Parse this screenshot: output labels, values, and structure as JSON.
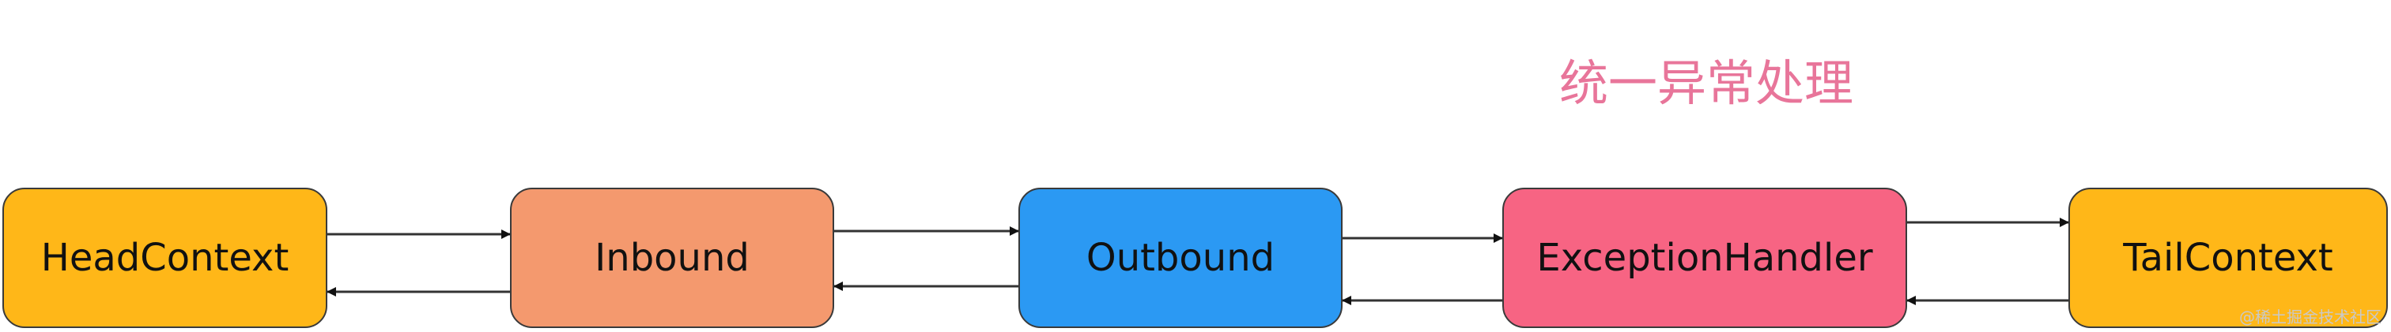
{
  "title": "统一异常处理",
  "nodes": [
    {
      "id": "head",
      "label": "HeadContext",
      "color": "#ffb718"
    },
    {
      "id": "inbound",
      "label": "Inbound",
      "color": "#f4996e"
    },
    {
      "id": "outbound",
      "label": "Outbound",
      "color": "#2b99f3"
    },
    {
      "id": "exception",
      "label": "ExceptionHandler",
      "color": "#f76483"
    },
    {
      "id": "tail",
      "label": "TailContext",
      "color": "#ffb718"
    }
  ],
  "edges": [
    {
      "from": "head",
      "to": "inbound",
      "direction": "forward"
    },
    {
      "from": "inbound",
      "to": "head",
      "direction": "backward"
    },
    {
      "from": "inbound",
      "to": "outbound",
      "direction": "forward"
    },
    {
      "from": "outbound",
      "to": "inbound",
      "direction": "backward"
    },
    {
      "from": "outbound",
      "to": "exception",
      "direction": "forward"
    },
    {
      "from": "exception",
      "to": "outbound",
      "direction": "backward"
    },
    {
      "from": "exception",
      "to": "tail",
      "direction": "forward"
    },
    {
      "from": "tail",
      "to": "exception",
      "direction": "backward"
    }
  ],
  "colors": {
    "title": "#e8759a",
    "stroke": "#333333"
  },
  "watermark": "@稀土掘金技术社区"
}
